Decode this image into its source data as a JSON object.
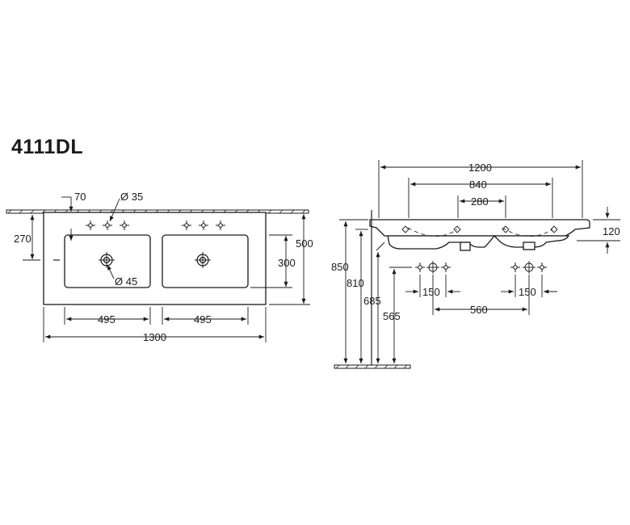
{
  "model": "4111DL",
  "top_view": {
    "dim_70": "70",
    "dim_hole": "Ø 35",
    "dim_270": "270",
    "dim_drain": "Ø 45",
    "dim_300": "300",
    "dim_500": "500",
    "dim_basin_left": "495",
    "dim_basin_right": "495",
    "dim_total": "1300"
  },
  "side_view": {
    "dim_1200": "1200",
    "dim_840": "840",
    "dim_280": "280",
    "dim_120": "120",
    "dim_850": "850",
    "dim_810": "810",
    "dim_685": "685",
    "dim_565": "565",
    "dim_150_left": "150",
    "dim_150_right": "150",
    "dim_560": "560"
  }
}
